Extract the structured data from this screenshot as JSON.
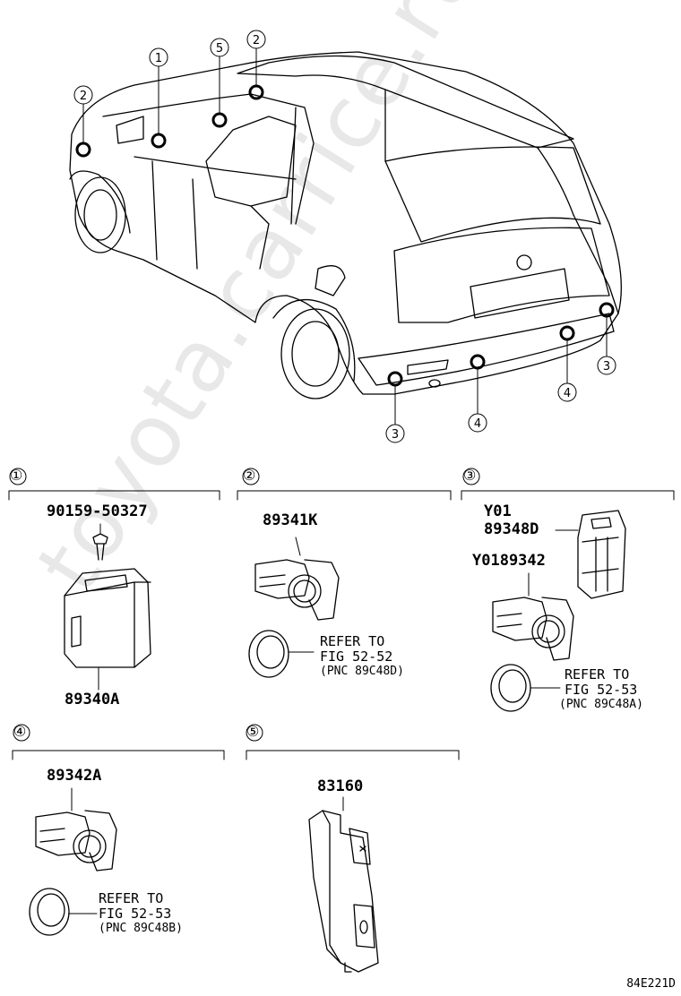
{
  "watermark": "toyota.carrice.ru",
  "diagram_code": "84E221D",
  "callout_numbers": [
    "①",
    "②",
    "③",
    "④",
    "⑤"
  ],
  "sections": [
    {
      "num": "①",
      "parts": [
        "90159-50327",
        "89340A"
      ]
    },
    {
      "num": "②",
      "parts": [
        "89341K"
      ],
      "refer": {
        "line1": "REFER TO",
        "line2": "FIG 52-52",
        "line3": "(PNC 89C48D)"
      }
    },
    {
      "num": "③",
      "parts": [
        "Y01",
        "89348D",
        "Y0189342"
      ],
      "refer": {
        "line1": "REFER TO",
        "line2": "FIG 52-53",
        "line3": "(PNC 89C48A)"
      }
    },
    {
      "num": "④",
      "parts": [
        "89342A"
      ],
      "refer": {
        "line1": "REFER TO",
        "line2": "FIG 52-53",
        "line3": "(PNC 89C48B)"
      }
    },
    {
      "num": "⑤",
      "parts": [
        "83160"
      ]
    }
  ]
}
